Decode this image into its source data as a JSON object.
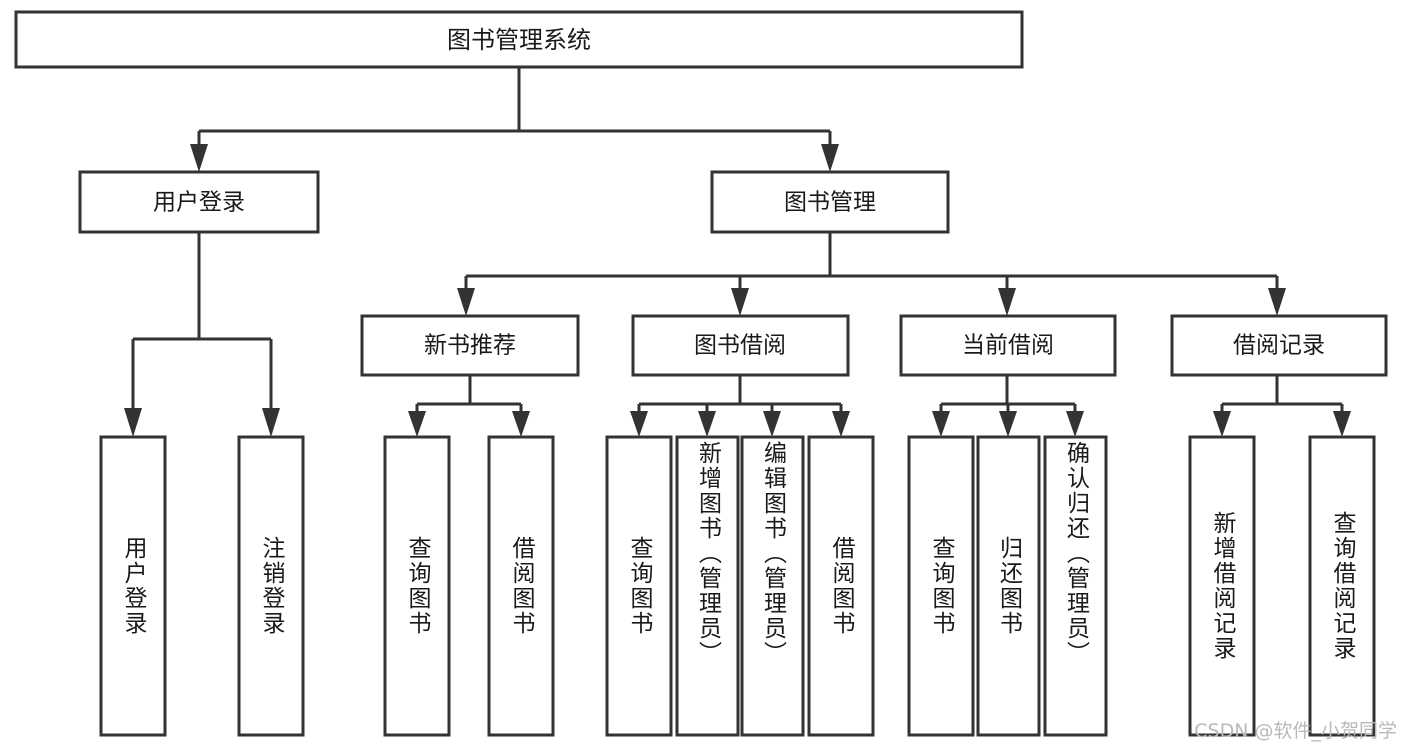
{
  "diagram": {
    "type": "tree-hierarchy-flowchart",
    "title_text": "图书管理系统",
    "orientation": "top-down",
    "root": {
      "id": "root",
      "label": "图书管理系统"
    },
    "level2": [
      {
        "id": "user-login",
        "label": "用户登录"
      },
      {
        "id": "book-management",
        "label": "图书管理"
      }
    ],
    "level3": [
      {
        "id": "new-book-recommend",
        "label": "新书推荐",
        "parent": "book-management"
      },
      {
        "id": "book-borrow",
        "label": "图书借阅",
        "parent": "book-management"
      },
      {
        "id": "current-borrow",
        "label": "当前借阅",
        "parent": "book-management"
      },
      {
        "id": "borrow-record",
        "label": "借阅记录",
        "parent": "book-management"
      }
    ],
    "leaves": [
      {
        "id": "leaf-user-login",
        "label": "用户登录",
        "parent": "user-login"
      },
      {
        "id": "leaf-logout-login",
        "label": "注销登录",
        "parent": "user-login"
      },
      {
        "id": "leaf-query-book-1",
        "label": "查询图书",
        "parent": "new-book-recommend"
      },
      {
        "id": "leaf-borrow-book-1",
        "label": "借阅图书",
        "parent": "new-book-recommend"
      },
      {
        "id": "leaf-query-book-2",
        "label": "查询图书",
        "parent": "book-borrow"
      },
      {
        "id": "leaf-add-book",
        "label": "新增图书（管理员）",
        "parent": "book-borrow"
      },
      {
        "id": "leaf-edit-book",
        "label": "编辑图书（管理员）",
        "parent": "book-borrow"
      },
      {
        "id": "leaf-borrow-book-2",
        "label": "借阅图书",
        "parent": "book-borrow"
      },
      {
        "id": "leaf-query-book-3",
        "label": "查询图书",
        "parent": "current-borrow"
      },
      {
        "id": "leaf-return-book",
        "label": "归还图书",
        "parent": "current-borrow"
      },
      {
        "id": "leaf-confirm-return",
        "label": "确认归还（管理员）",
        "parent": "current-borrow"
      },
      {
        "id": "leaf-add-record",
        "label": "新增借阅记录",
        "parent": "borrow-record"
      },
      {
        "id": "leaf-query-record",
        "label": "查询借阅记录",
        "parent": "borrow-record"
      }
    ],
    "colors": {
      "background": "#ffffff",
      "box_fill": "#ffffff",
      "box_stroke": "#333333",
      "text": "#1a1a1a",
      "watermark": "#b9b9b9"
    }
  },
  "watermark": {
    "text": "CSDN @软件_小贺同学"
  }
}
